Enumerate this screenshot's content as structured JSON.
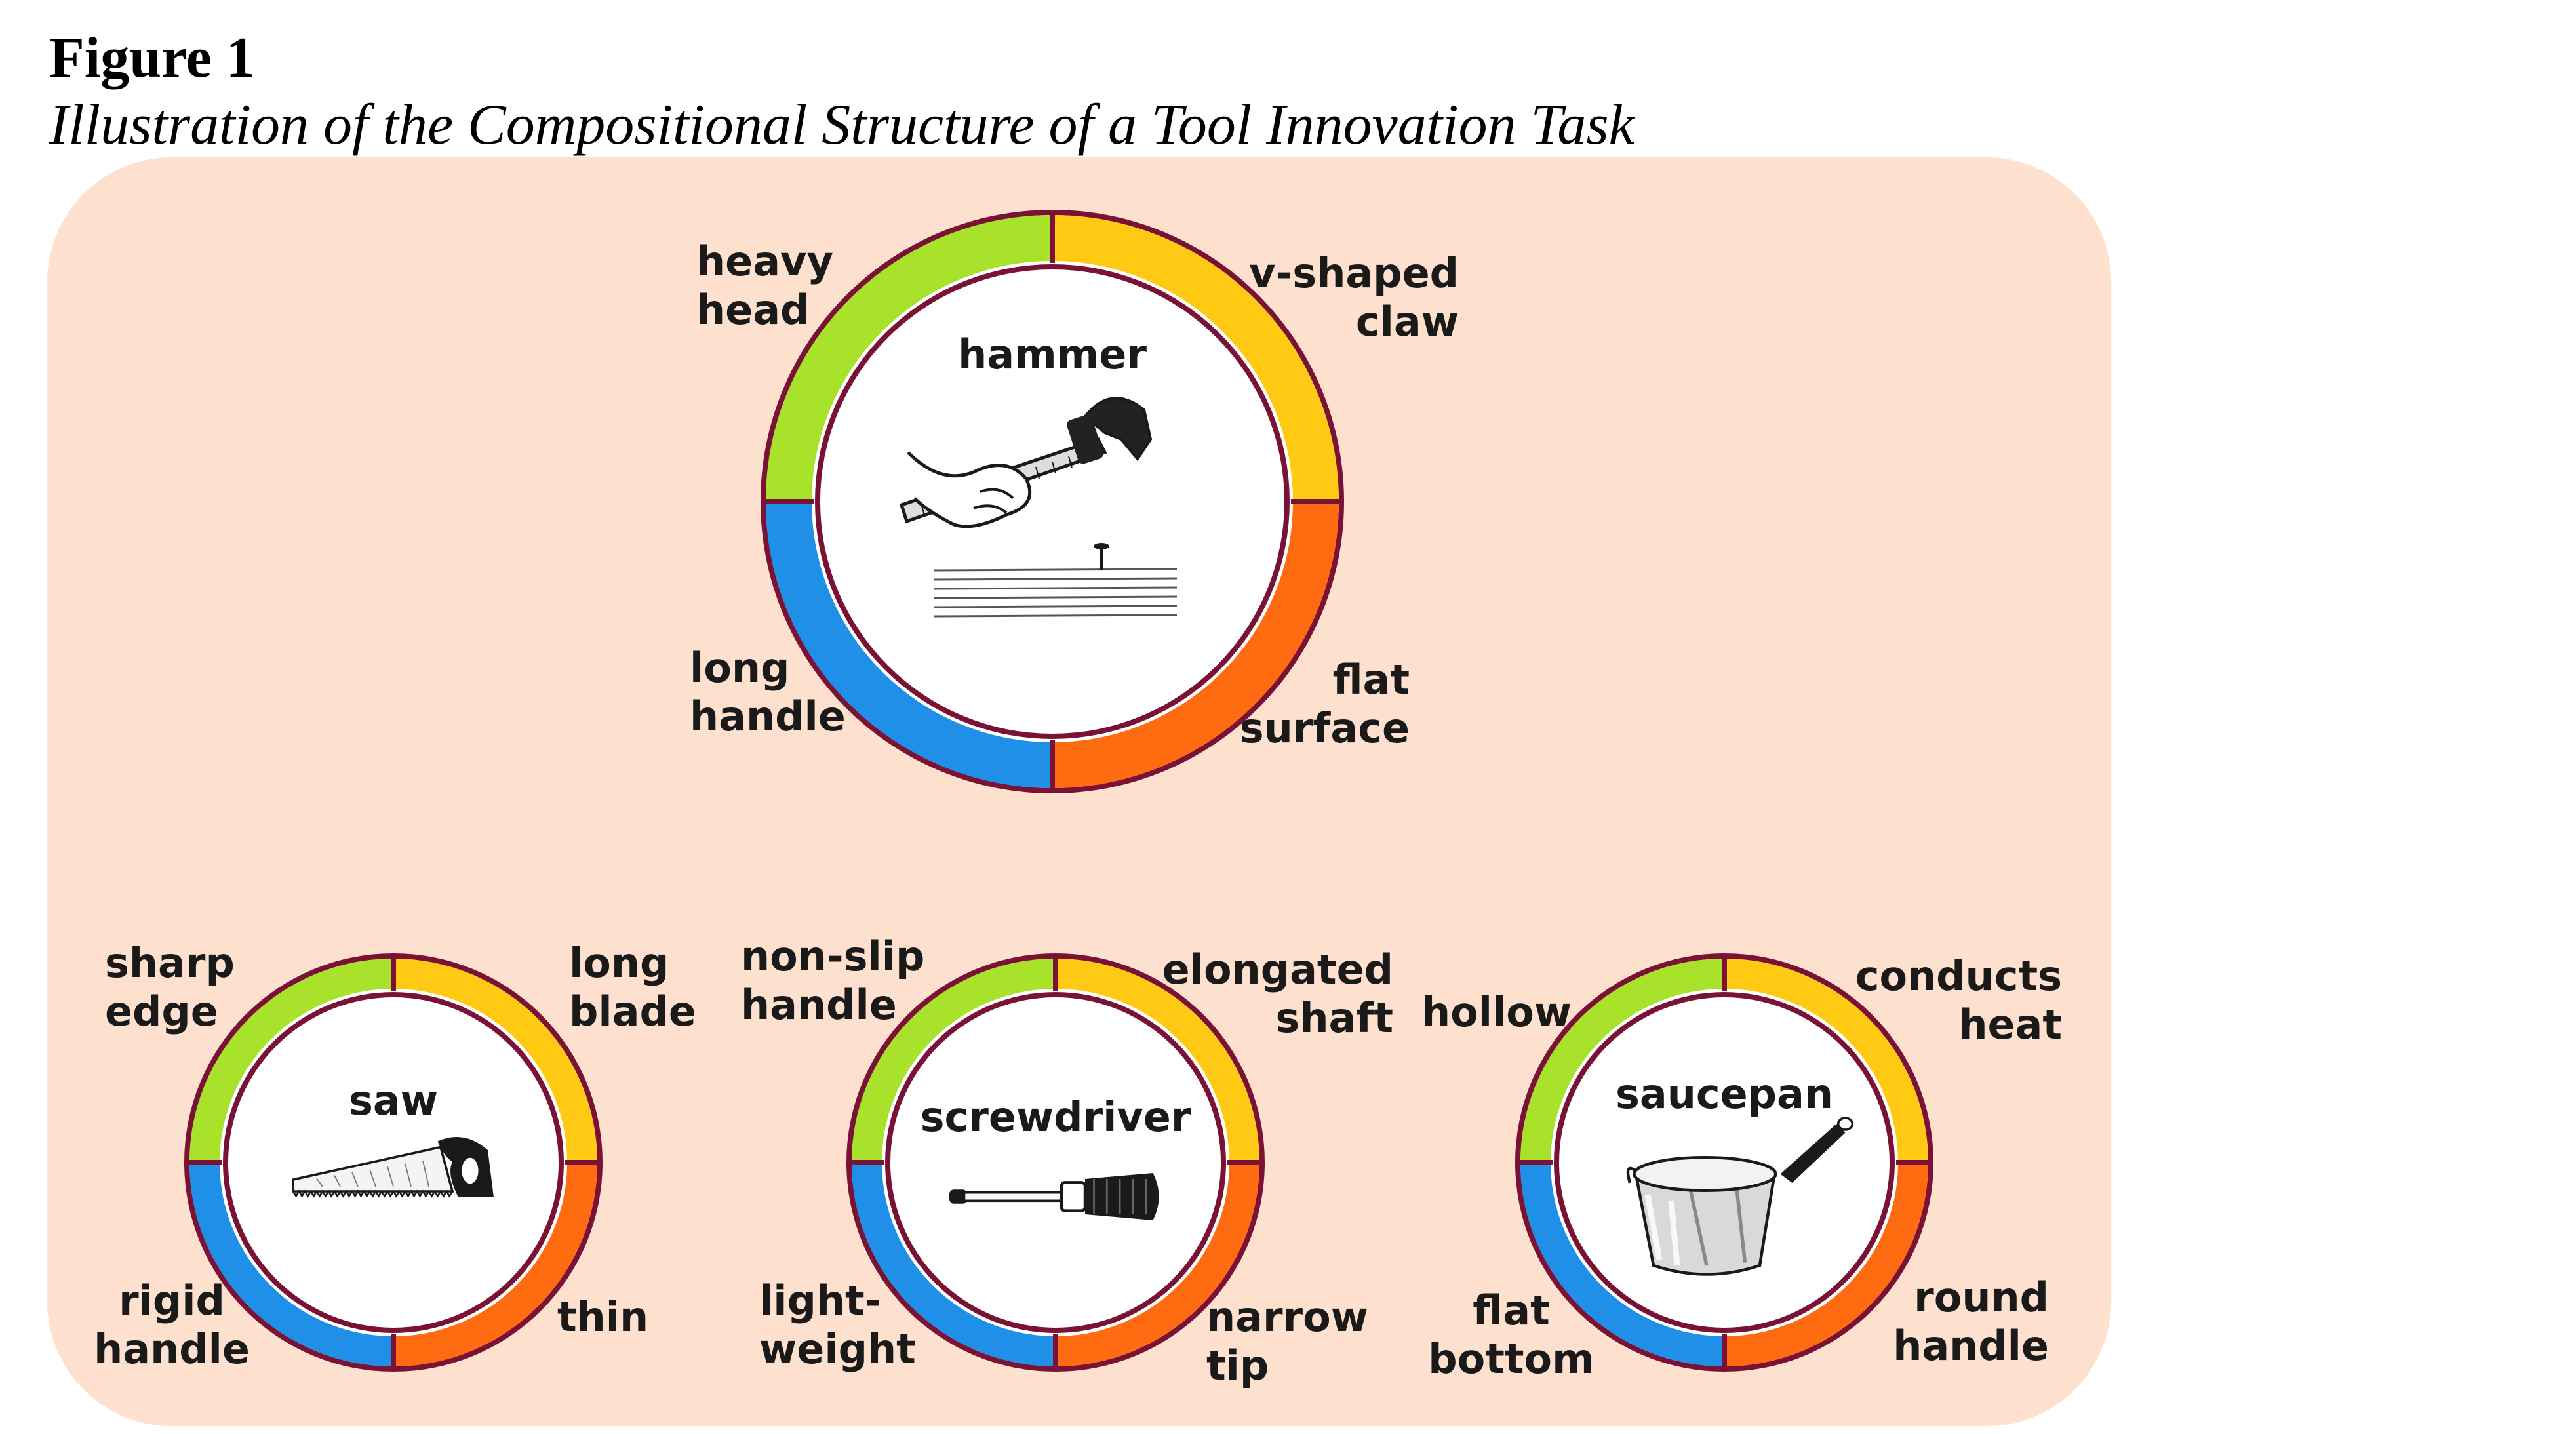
{
  "figure": {
    "title": "Figure 1",
    "caption": "Illustration of the Compositional Structure of a Tool Innovation Task"
  },
  "colors": {
    "panel_bg": "#fde0cd",
    "ring_outline": "#7a1236",
    "inner_fill": "#ffffff",
    "segment_top_left": "#a8e22a",
    "segment_top_right": "#ffc914",
    "segment_bottom_right": "#ff6b10",
    "segment_bottom_left": "#1f8fe8"
  },
  "tools": [
    {
      "name": "hammer",
      "icon": "hammer-nail-icon",
      "properties": {
        "top_left": [
          "heavy",
          "head"
        ],
        "top_right": [
          "v-shaped",
          "claw"
        ],
        "bottom_left": [
          "long",
          "handle"
        ],
        "bottom_right": [
          "flat",
          "surface"
        ]
      }
    },
    {
      "name": "saw",
      "icon": "saw-icon",
      "properties": {
        "top_left": [
          "sharp",
          "edge"
        ],
        "top_right": [
          "long",
          "blade"
        ],
        "bottom_left": [
          "rigid",
          "handle"
        ],
        "bottom_right": [
          "thin"
        ]
      }
    },
    {
      "name": "screwdriver",
      "icon": "screwdriver-icon",
      "properties": {
        "top_left": [
          "non-slip",
          "handle"
        ],
        "top_right": [
          "elongated",
          "shaft"
        ],
        "bottom_left": [
          "light-",
          "weight"
        ],
        "bottom_right": [
          "narrow",
          "tip"
        ]
      }
    },
    {
      "name": "saucepan",
      "icon": "saucepan-icon",
      "properties": {
        "top_left": [
          "hollow"
        ],
        "top_right": [
          "conducts",
          "heat"
        ],
        "bottom_left": [
          "flat",
          "bottom"
        ],
        "bottom_right": [
          "round",
          "handle"
        ]
      }
    }
  ]
}
